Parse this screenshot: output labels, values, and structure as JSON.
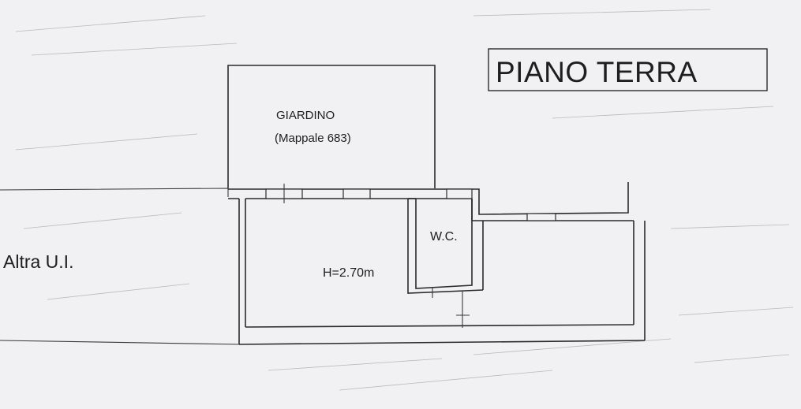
{
  "plan": {
    "floor_title": "PIANO TERRA",
    "garden_label": "GIARDINO",
    "garden_sublabel": "(Mappale 683)",
    "other_unit_label": "Altra U.I.",
    "wc_label": "W.C.",
    "height_label": "H=2.70m"
  },
  "colors": {
    "paper": "#f1f0f2",
    "ink": "#2b2b2b"
  }
}
